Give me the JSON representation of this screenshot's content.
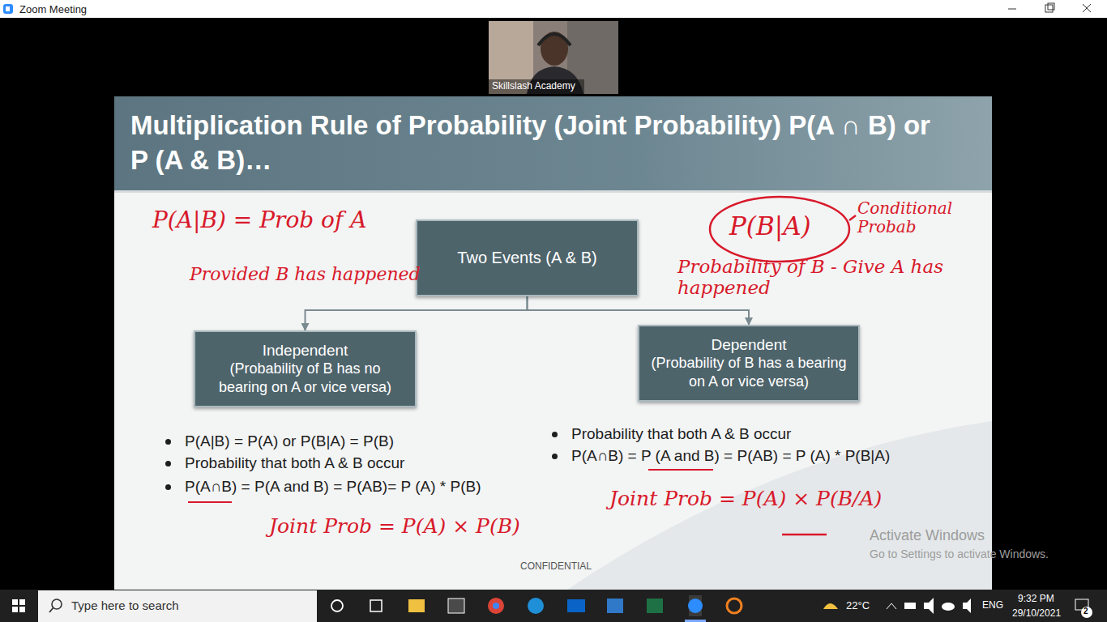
{
  "diagram": {
    "title": "Multiplication Rule of Probability (Joint Probability) P(A ∩ B) or P (A & B)…",
    "nodes": [
      {
        "text": [
          "Two Events (A & B)"
        ]
      },
      {
        "text": [
          "Independent",
          "(Probability of B has no bearing on A or vice versa)"
        ]
      },
      {
        "text": [
          "Dependent",
          "(Probability of B has a bearing on A or vice versa)"
        ]
      }
    ],
    "edges": [
      {
        "from": 0,
        "to": 1,
        "arrow": "to"
      },
      {
        "from": 0,
        "to": 2,
        "arrow": "to"
      }
    ],
    "labels": [
      "Zoom Meeting",
      "Skillslash Academy",
      "P(A|B) = Prob of A",
      "Provided B has happened",
      "P(B|A)",
      "Conditional Probab",
      "Probability of B - Give A has happened",
      "P(A|B) = P(A) or P(B|A) = P(B)",
      "Probability that both A & B occur",
      "P(A∩B) = P(A and B) = P(AB)= P (A) * P(B)",
      "Joint Prob = P(A) × P(B)",
      "Probability that both A & B occur",
      "P(A∩B) = P (A and B) = P(AB) = P (A) * P(B|A)",
      "Joint Prob = P(A) × P(B/A)",
      "CONFIDENTIAL",
      "Activate Windows",
      "Go to Settings to activate Windows.",
      "Type here to search",
      "22°C",
      "ENG",
      "9:32 PM",
      "29/10/2021",
      "2"
    ]
  }
}
